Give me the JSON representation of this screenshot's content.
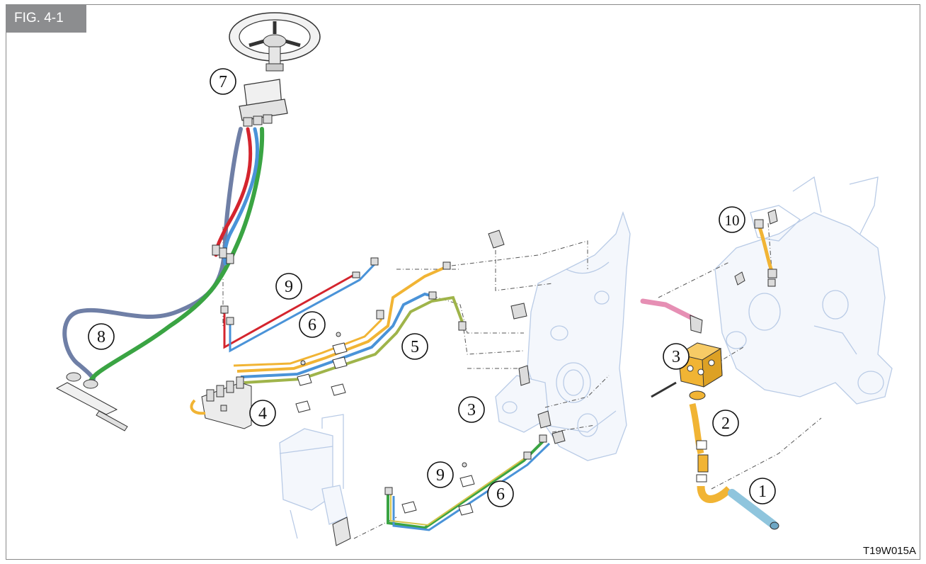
{
  "figure": {
    "tab_label": "FIG. 4-1",
    "reference_code": "T19W015A"
  },
  "callouts": [
    {
      "id": "c7",
      "label": "7"
    },
    {
      "id": "c8",
      "label": "8"
    },
    {
      "id": "c9a",
      "label": "9"
    },
    {
      "id": "c6a",
      "label": "6"
    },
    {
      "id": "c5",
      "label": "5"
    },
    {
      "id": "c4",
      "label": "4"
    },
    {
      "id": "c3a",
      "label": "3"
    },
    {
      "id": "c9b",
      "label": "9"
    },
    {
      "id": "c6b",
      "label": "6"
    },
    {
      "id": "c10",
      "label": "10"
    },
    {
      "id": "c3b",
      "label": "3"
    },
    {
      "id": "c2",
      "label": "2"
    },
    {
      "id": "c1",
      "label": "1"
    }
  ],
  "colors": {
    "hose_grey_blue": "#6f7fa6",
    "hose_green": "#3aa443",
    "hose_red": "#d4252e",
    "hose_blue": "#4a93d8",
    "pipe_orange": "#f1b434",
    "pipe_olive": "#9fb44a",
    "pipe_pink": "#e68fb4",
    "pipe_light_blue": "#8fc5dd",
    "ghost_outline": "#b9cbe6",
    "tab_background": "#8c8d8f"
  }
}
